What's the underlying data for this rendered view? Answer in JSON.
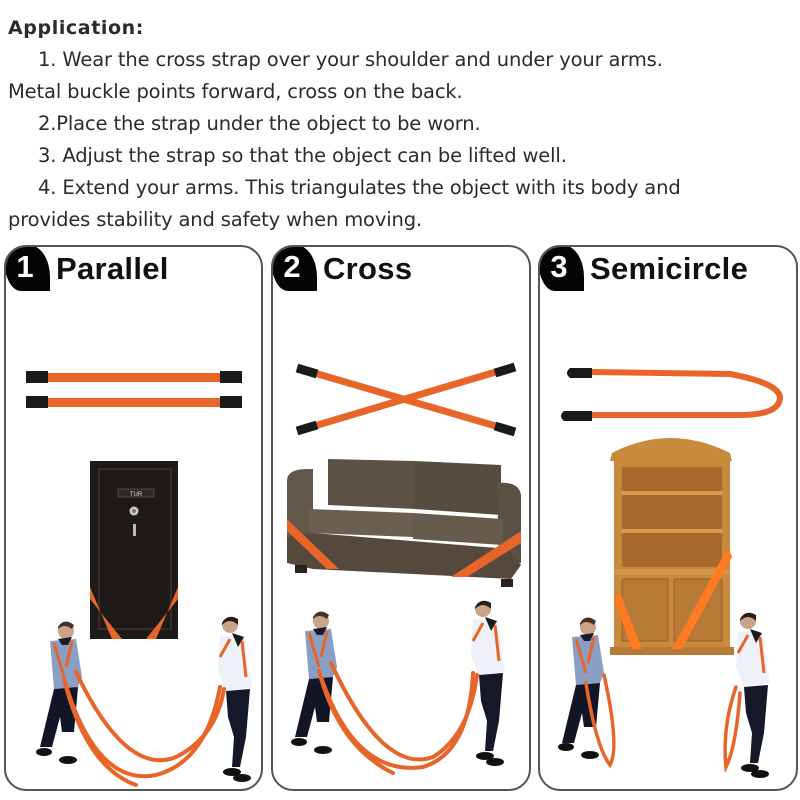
{
  "instructions": {
    "title": "Application:",
    "lines": [
      {
        "indent": true,
        "text": "1. Wear the cross strap over your shoulder and under your arms."
      },
      {
        "indent": false,
        "text": "Metal buckle points forward, cross on the back."
      },
      {
        "indent": true,
        "text": "2.Place the strap under the object to be worn."
      },
      {
        "indent": true,
        "text": "3. Adjust the strap so that the object can be lifted well."
      },
      {
        "indent": true,
        "text": "4. Extend your arms. This triangulates the object with its body and"
      },
      {
        "indent": false,
        "text": "provides stability and safety when moving."
      }
    ]
  },
  "panels": [
    {
      "number": "1",
      "title": "Parallel",
      "object": "gun-safe",
      "object_label": "TUR"
    },
    {
      "number": "2",
      "title": "Cross",
      "object": "sofa"
    },
    {
      "number": "3",
      "title": "Semicircle",
      "object": "bookcase"
    }
  ],
  "colors": {
    "strap_orange": "#e8652a",
    "strap_end_black": "#1a1a1a",
    "panel_border": "#555555",
    "badge_black": "#050505",
    "safe_body": "#1e1a18",
    "sofa_brown": "#5e5446",
    "bookcase_wood": "#c98a3e"
  }
}
